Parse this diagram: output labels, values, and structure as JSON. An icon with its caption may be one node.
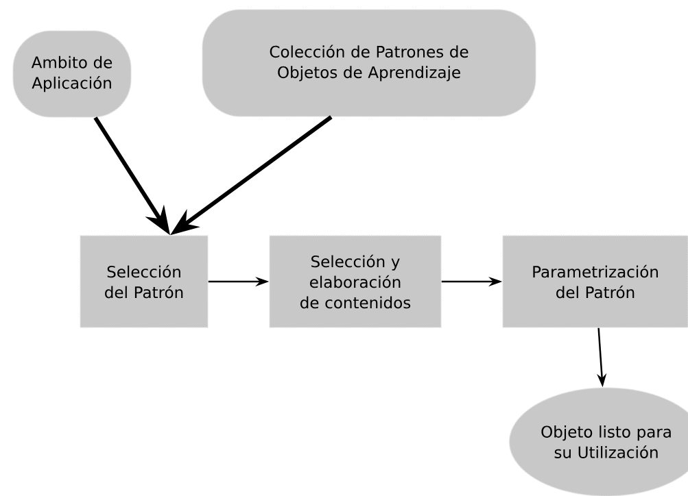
{
  "diagram": {
    "nodes": [
      {
        "text": [
          "Ambito de Aplicación"
        ]
      },
      {
        "text": [
          "Colección de Patrones de Objetos de Aprendizaje"
        ]
      },
      {
        "text": [
          "Selección del Patrón"
        ]
      },
      {
        "text": [
          "Selección y elaboración de contenidos"
        ]
      },
      {
        "text": [
          "Parametrización del Patrón"
        ]
      },
      {
        "text": [
          "Objeto listo para su Utilización"
        ]
      }
    ],
    "edges": [
      {
        "from": 0,
        "to": 2,
        "arrow": "to",
        "style": "thick"
      },
      {
        "from": 1,
        "to": 2,
        "arrow": "to",
        "style": "thick"
      },
      {
        "from": 2,
        "to": 3,
        "arrow": "to"
      },
      {
        "from": 3,
        "to": 4,
        "arrow": "to"
      },
      {
        "from": 4,
        "to": 5,
        "arrow": "to"
      }
    ]
  }
}
